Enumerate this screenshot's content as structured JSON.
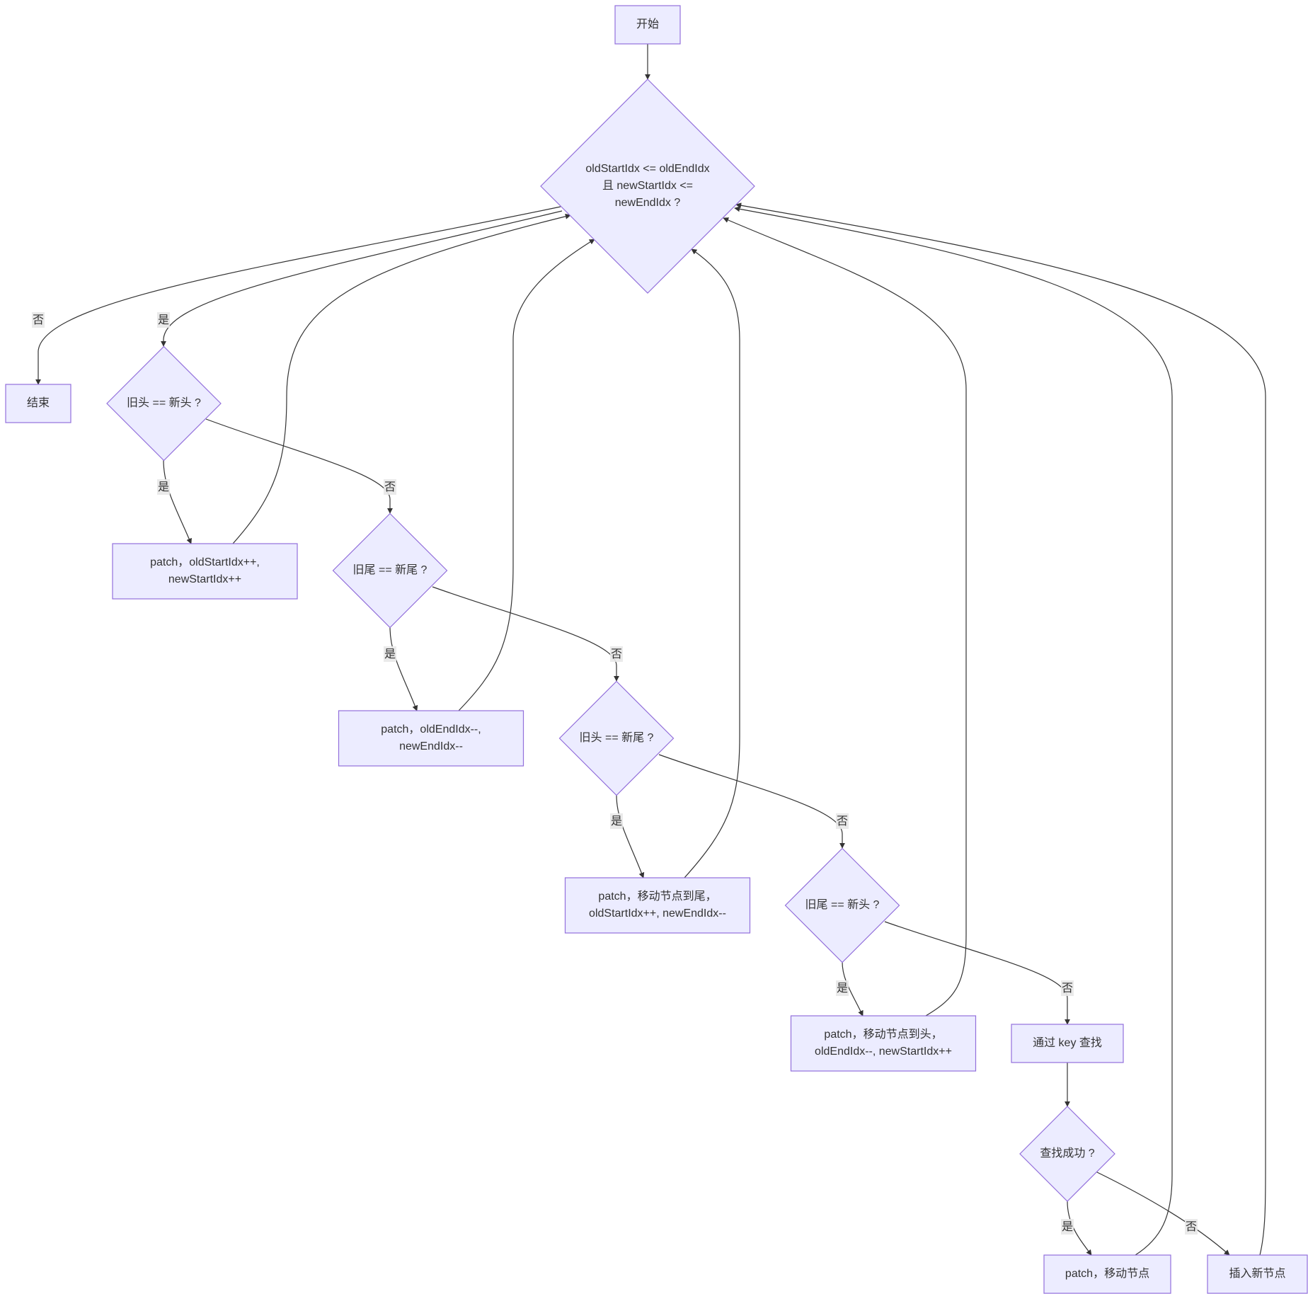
{
  "diagram": {
    "type": "flowchart",
    "colors": {
      "node_fill": "#ECECFF",
      "node_stroke": "#9370DB",
      "edge": "#333333",
      "label_bg": "#e8e8e8"
    },
    "nodes": {
      "start": {
        "shape": "rect",
        "lines": [
          "开始"
        ]
      },
      "loop_condition": {
        "shape": "diamond",
        "lines": [
          "oldStartIdx <= oldEndIdx",
          "且 newStartIdx <=",
          "newEndIdx ?"
        ]
      },
      "end": {
        "shape": "rect",
        "lines": [
          "结束"
        ]
      },
      "check_head_head": {
        "shape": "diamond",
        "lines": [
          "旧头 == 新头 ?"
        ]
      },
      "patch_head_head": {
        "shape": "rect",
        "lines": [
          "patch，oldStartIdx++,",
          "newStartIdx++"
        ]
      },
      "check_tail_tail": {
        "shape": "diamond",
        "lines": [
          "旧尾 == 新尾 ?"
        ]
      },
      "patch_tail_tail": {
        "shape": "rect",
        "lines": [
          "patch，oldEndIdx--,",
          "newEndIdx--"
        ]
      },
      "check_head_tail": {
        "shape": "diamond",
        "lines": [
          "旧头 == 新尾 ?"
        ]
      },
      "patch_move_to_tail": {
        "shape": "rect",
        "lines": [
          "patch，移动节点到尾，",
          "oldStartIdx++, newEndIdx--"
        ]
      },
      "check_tail_head": {
        "shape": "diamond",
        "lines": [
          "旧尾 == 新头 ?"
        ]
      },
      "patch_move_to_head": {
        "shape": "rect",
        "lines": [
          "patch，移动节点到头，",
          "oldEndIdx--, newStartIdx++"
        ]
      },
      "find_by_key": {
        "shape": "rect",
        "lines": [
          "通过 key 查找"
        ]
      },
      "check_found": {
        "shape": "diamond",
        "lines": [
          "查找成功 ?"
        ]
      },
      "patch_move_node": {
        "shape": "rect",
        "lines": [
          "patch，移动节点"
        ]
      },
      "insert_new_node": {
        "shape": "rect",
        "lines": [
          "插入新节点"
        ]
      }
    },
    "edges": [
      {
        "id": "start-to-loop",
        "from": "start",
        "to": "loop_condition",
        "label": ""
      },
      {
        "id": "loop-no-to-end",
        "from": "loop_condition",
        "to": "end",
        "label": "否"
      },
      {
        "id": "loop-yes-to-head-head",
        "from": "loop_condition",
        "to": "check_head_head",
        "label": "是"
      },
      {
        "id": "head-head-yes",
        "from": "check_head_head",
        "to": "patch_head_head",
        "label": "是"
      },
      {
        "id": "head-head-no",
        "from": "check_head_head",
        "to": "check_tail_tail",
        "label": "否"
      },
      {
        "id": "patch-head-head-back",
        "from": "patch_head_head",
        "to": "loop_condition",
        "label": ""
      },
      {
        "id": "tail-tail-yes",
        "from": "check_tail_tail",
        "to": "patch_tail_tail",
        "label": "是"
      },
      {
        "id": "tail-tail-no",
        "from": "check_tail_tail",
        "to": "check_head_tail",
        "label": "否"
      },
      {
        "id": "patch-tail-tail-back",
        "from": "patch_tail_tail",
        "to": "loop_condition",
        "label": ""
      },
      {
        "id": "head-tail-yes",
        "from": "check_head_tail",
        "to": "patch_move_to_tail",
        "label": "是"
      },
      {
        "id": "head-tail-no",
        "from": "check_head_tail",
        "to": "check_tail_head",
        "label": "否"
      },
      {
        "id": "patch-move-tail-back",
        "from": "patch_move_to_tail",
        "to": "loop_condition",
        "label": ""
      },
      {
        "id": "tail-head-yes",
        "from": "check_tail_head",
        "to": "patch_move_to_head",
        "label": "是"
      },
      {
        "id": "tail-head-no",
        "from": "check_tail_head",
        "to": "find_by_key",
        "label": "否"
      },
      {
        "id": "patch-move-head-back",
        "from": "patch_move_to_head",
        "to": "loop_condition",
        "label": ""
      },
      {
        "id": "find-to-check-found",
        "from": "find_by_key",
        "to": "check_found",
        "label": ""
      },
      {
        "id": "found-yes",
        "from": "check_found",
        "to": "patch_move_node",
        "label": "是"
      },
      {
        "id": "found-no",
        "from": "check_found",
        "to": "insert_new_node",
        "label": "否"
      },
      {
        "id": "patch-move-node-back",
        "from": "patch_move_node",
        "to": "loop_condition",
        "label": ""
      },
      {
        "id": "insert-back",
        "from": "insert_new_node",
        "to": "loop_condition",
        "label": ""
      }
    ]
  }
}
